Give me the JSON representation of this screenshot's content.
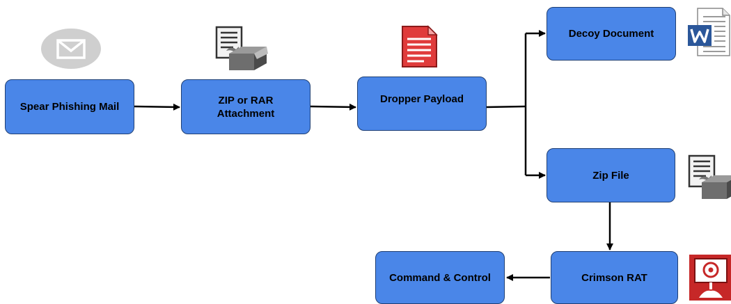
{
  "diagram": {
    "nodes": {
      "spear_phishing": {
        "label": "Spear Phishing Mail"
      },
      "zip_rar": {
        "label": "ZIP or RAR\nAttachment"
      },
      "dropper": {
        "label": "Dropper Payload"
      },
      "decoy": {
        "label": "Decoy Document"
      },
      "zip_file": {
        "label": "Zip File"
      },
      "crimson": {
        "label": "Crimson RAT"
      },
      "c2": {
        "label": "Command & Control"
      }
    },
    "icons": {
      "mail": "envelope-icon",
      "archive_1": "archive-box-icon",
      "payload": "red-document-icon",
      "decoy": "word-document-icon",
      "archive_2": "archive-box-icon",
      "rat": "rat-malware-icon"
    },
    "colors": {
      "node_fill": "#4a86e8",
      "node_border": "#1f3f73",
      "arrow": "#000000"
    }
  }
}
